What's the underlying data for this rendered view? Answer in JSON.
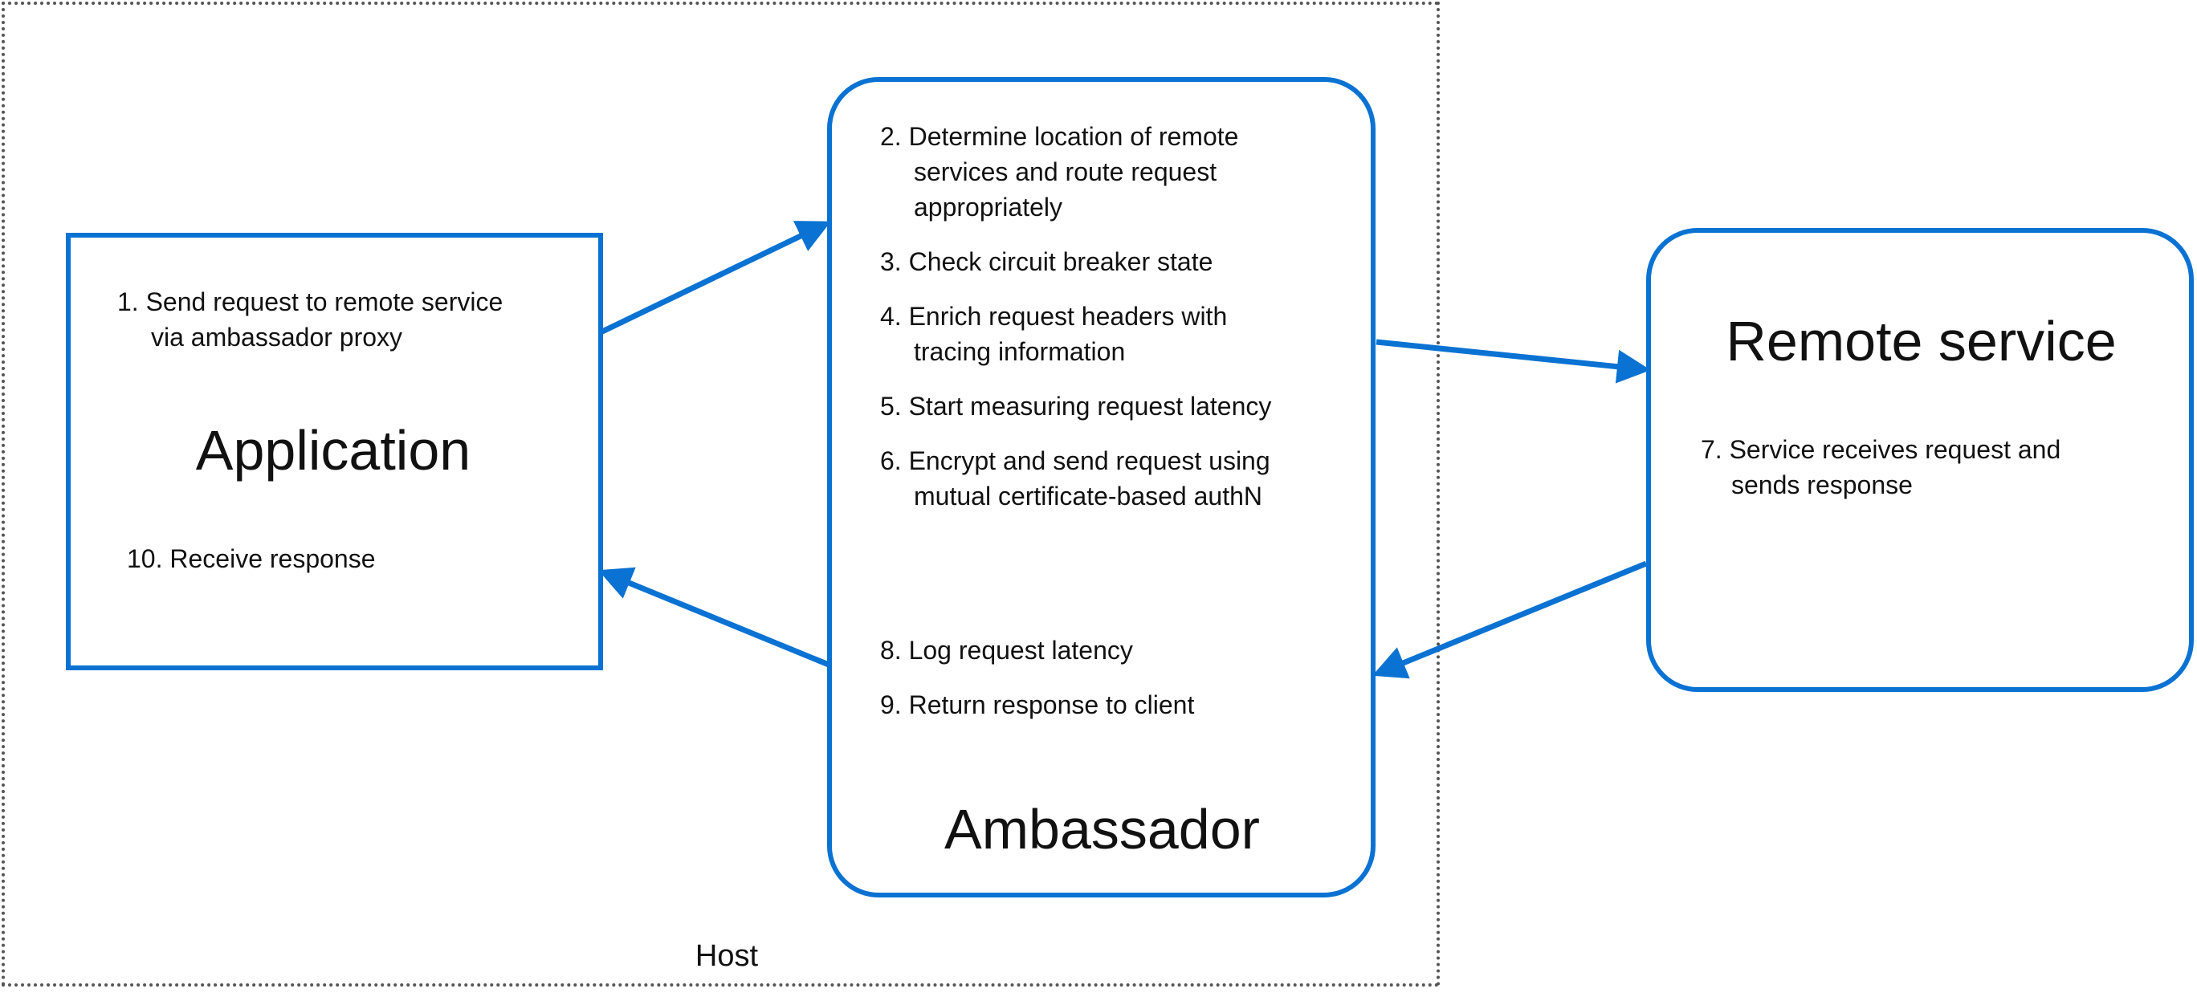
{
  "diagram": {
    "host_label": "Host",
    "application": {
      "title": "Application",
      "steps": [
        {
          "num": "1.",
          "first": "Send request to remote service",
          "rest": "via ambassador proxy"
        },
        {
          "num": "10.",
          "first": "Receive response",
          "rest": ""
        }
      ]
    },
    "ambassador": {
      "title": "Ambassador",
      "steps": [
        {
          "num": "2.",
          "first": "Determine location of remote",
          "rest": [
            "services and route request",
            "appropriately"
          ]
        },
        {
          "num": "3.",
          "first": "Check circuit breaker state",
          "rest": []
        },
        {
          "num": "4.",
          "first": "Enrich request headers with",
          "rest": [
            "tracing information"
          ]
        },
        {
          "num": "5.",
          "first": "Start measuring request latency",
          "rest": []
        },
        {
          "num": "6.",
          "first": "Encrypt and send request using",
          "rest": [
            "mutual certificate-based authN"
          ]
        },
        {
          "num": "8.",
          "first": "Log request latency",
          "rest": []
        },
        {
          "num": "9.",
          "first": "Return response to client",
          "rest": []
        }
      ]
    },
    "remote_service": {
      "title": "Remote service",
      "steps": [
        {
          "num": "7.",
          "first": "Service receives request and",
          "rest": "sends response"
        }
      ]
    },
    "colors": {
      "accent": "#0a72d2",
      "host_border": "#555555",
      "text": "#111111"
    }
  }
}
